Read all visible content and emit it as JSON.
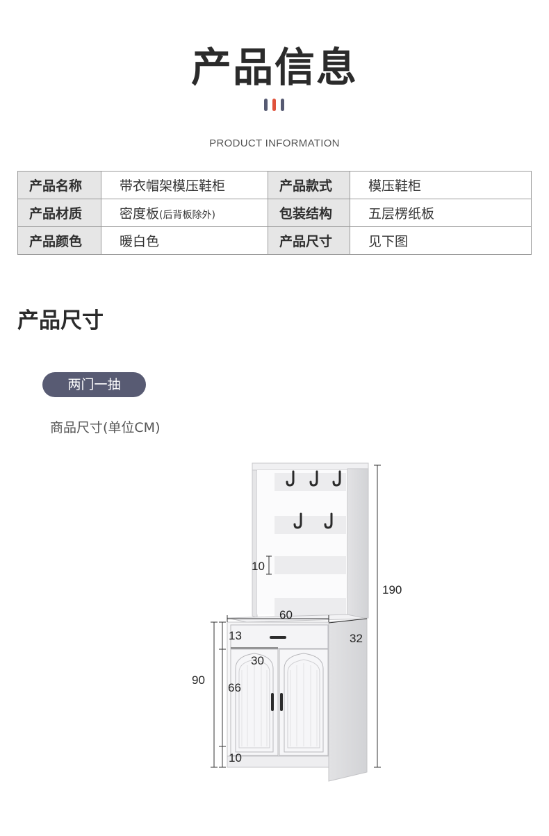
{
  "header": {
    "title": "产品信息",
    "subtitle": "PRODUCT INFORMATION",
    "accent_colors": [
      "#565a72",
      "#e0523b",
      "#565a72"
    ]
  },
  "info_table": {
    "rows": [
      {
        "k1": "产品名称",
        "v1": "带衣帽架模压鞋柜",
        "v1_note": "",
        "k2": "产品款式",
        "v2": "模压鞋柜"
      },
      {
        "k1": "产品材质",
        "v1": "密度板",
        "v1_note": "(后背板除外)",
        "k2": "包装结构",
        "v2": "五层楞纸板"
      },
      {
        "k1": "产品颜色",
        "v1": "暖白色",
        "v1_note": "",
        "k2": "产品尺寸",
        "v2": "见下图"
      }
    ]
  },
  "size_section": {
    "title": "产品尺寸",
    "variant_label": "两门一抽",
    "unit_label": "商品尺寸(单位CM)"
  },
  "diagram": {
    "product": "shoe cabinet with coat rack",
    "hooks": 5,
    "dimensions": {
      "total_height": "190",
      "width": "60",
      "depth": "32",
      "cabinet_height": "90",
      "drawer_height": "13",
      "door_width": "30",
      "door_height": "66",
      "base_height": "10",
      "panel_height": "10"
    }
  }
}
